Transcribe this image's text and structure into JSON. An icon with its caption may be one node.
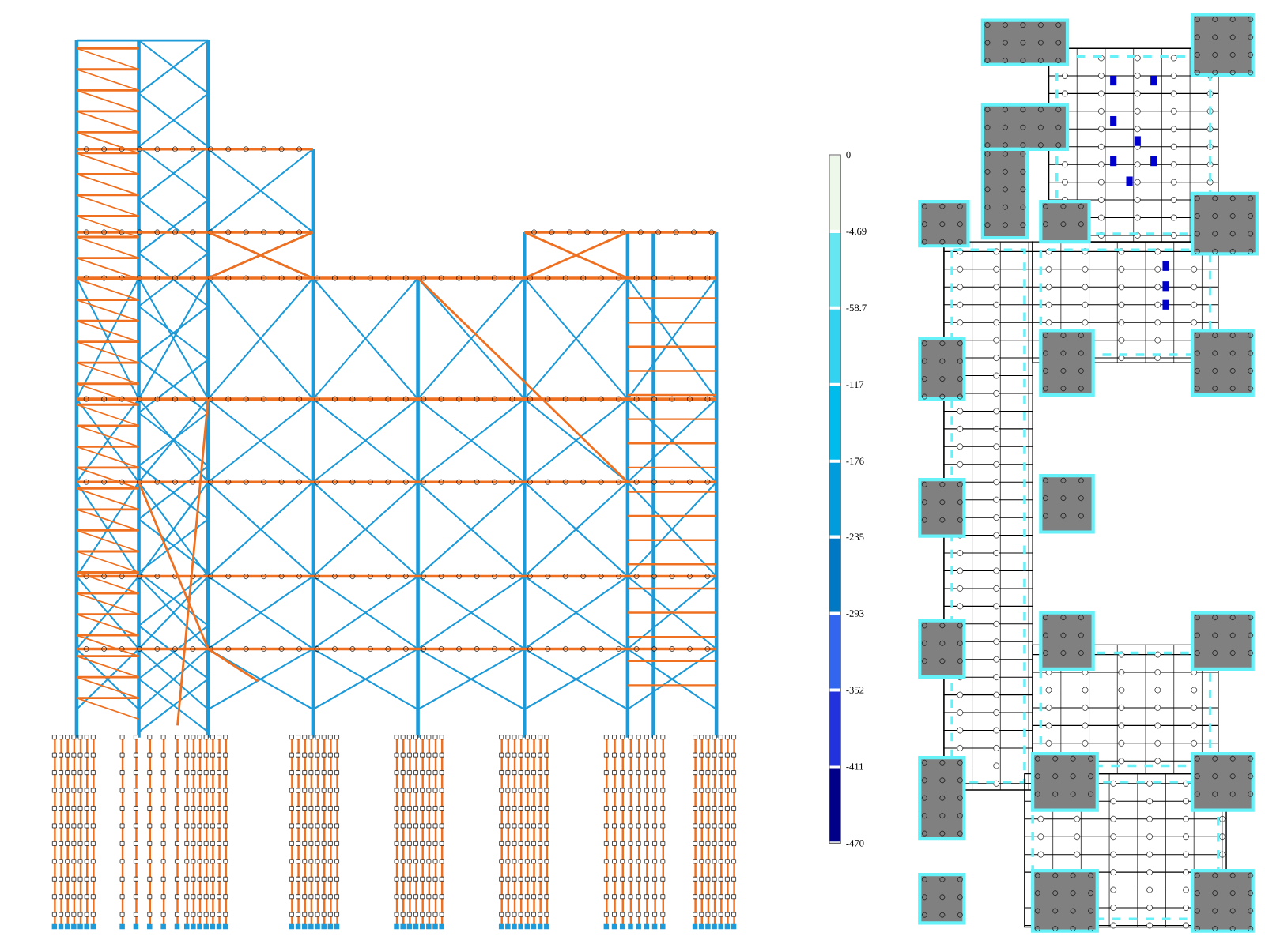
{
  "diagram": {
    "labels": [
      "0",
      "-4.69",
      "-58.7",
      "-117",
      "-176",
      "-235",
      "-293",
      "-352",
      "-411",
      "-470"
    ]
  }
}
